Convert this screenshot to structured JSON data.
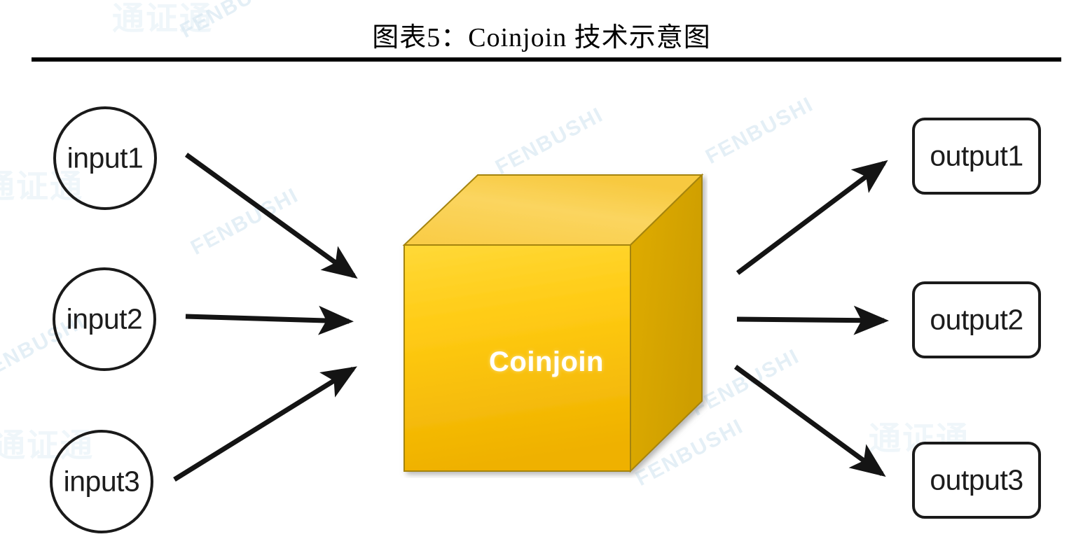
{
  "title": {
    "text": "图表5：Coinjoin 技术示意图"
  },
  "diagram": {
    "type": "flow",
    "center": {
      "label": "Coinjoin",
      "shape": "3d-cube",
      "face_color_front_top": "#FFD21E",
      "face_color_front_bottom": "#F0B400",
      "face_color_top": "#FBD45C",
      "face_color_right": "#D6A400",
      "edge_color": "#9A7A10",
      "label_color": "#FFFFFF"
    },
    "inputs": [
      {
        "label": "input1",
        "shape": "circle"
      },
      {
        "label": "input2",
        "shape": "circle"
      },
      {
        "label": "input3",
        "shape": "circle"
      }
    ],
    "outputs": [
      {
        "label": "output1",
        "shape": "rounded-rect"
      },
      {
        "label": "output2",
        "shape": "rounded-rect"
      },
      {
        "label": "output3",
        "shape": "rounded-rect"
      }
    ],
    "arrows": [
      {
        "name": "input1-to-cube",
        "from": "input1",
        "to": "Coinjoin",
        "direction": "down-right"
      },
      {
        "name": "input2-to-cube",
        "from": "input2",
        "to": "Coinjoin",
        "direction": "right"
      },
      {
        "name": "input3-to-cube",
        "from": "input3",
        "to": "Coinjoin",
        "direction": "up-right"
      },
      {
        "name": "cube-to-output1",
        "from": "Coinjoin",
        "to": "output1",
        "direction": "up-right"
      },
      {
        "name": "cube-to-output2",
        "from": "Coinjoin",
        "to": "output2",
        "direction": "right"
      },
      {
        "name": "cube-to-output3",
        "from": "Coinjoin",
        "to": "output3",
        "direction": "down-right"
      }
    ],
    "arrow_color": "#141414",
    "node_border_color": "#1A1A1A",
    "node_text_color": "#1C1C1C"
  },
  "watermarks": {
    "latin": "FENBUSHI",
    "cjk": "通证通"
  }
}
